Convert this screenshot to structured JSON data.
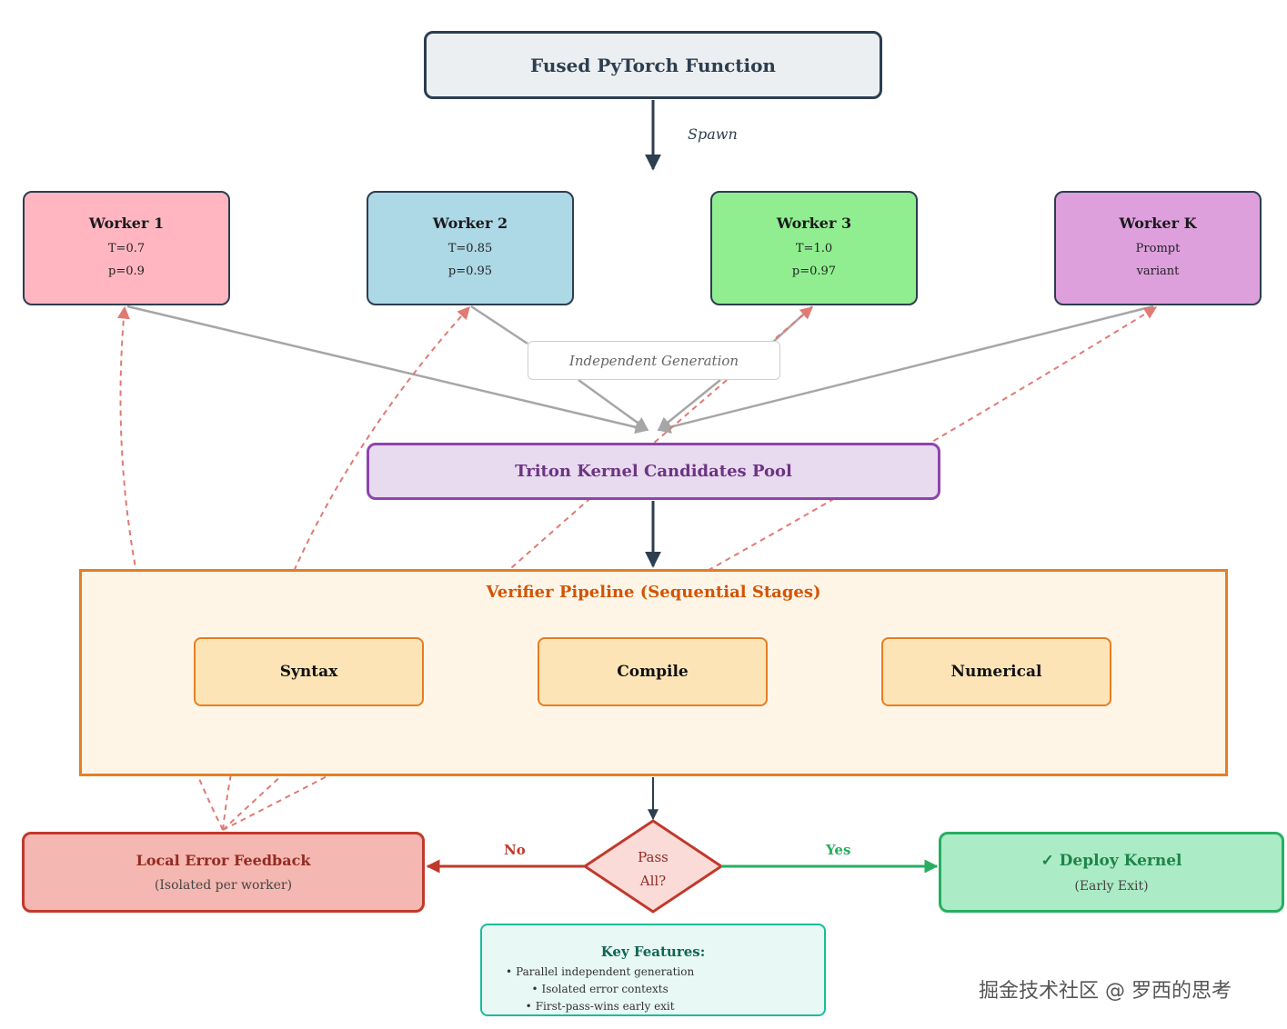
{
  "source": {
    "title": "Fused PyTorch Function"
  },
  "edges": {
    "spawn_label": "Spawn",
    "no_label": "No",
    "yes_label": "Yes"
  },
  "workers": [
    {
      "title": "Worker 1",
      "line1": "T=0.7",
      "line2": "p=0.9",
      "color": "#ffb6c1"
    },
    {
      "title": "Worker 2",
      "line1": "T=0.85",
      "line2": "p=0.95",
      "color": "#add8e6"
    },
    {
      "title": "Worker 3",
      "line1": "T=1.0",
      "line2": "p=0.97",
      "color": "#90ee90"
    },
    {
      "title": "Worker K",
      "line1": "Prompt",
      "line2": "variant",
      "color": "#dda0dd"
    }
  ],
  "independent_label": "Independent Generation",
  "pool": {
    "title": "Triton Kernel Candidates Pool"
  },
  "verifier": {
    "title": "Verifier Pipeline (Sequential Stages)",
    "stages": [
      "Syntax",
      "Compile",
      "Numerical"
    ]
  },
  "decision": {
    "line1": "Pass",
    "line2": "All?"
  },
  "error_feedback": {
    "title": "Local Error Feedback",
    "subtitle": "(Isolated per worker)"
  },
  "deploy": {
    "title": "✓ Deploy Kernel",
    "subtitle": "(Early Exit)"
  },
  "key_features": {
    "title": "Key Features:",
    "bullet": "•",
    "items": [
      "Parallel independent generation",
      "Isolated error contexts",
      "First-pass-wins early exit"
    ]
  },
  "watermark": "掘金技术社区 @ 罗西的思考",
  "colors": {
    "dark": "#2c3e50",
    "gray_arrow": "#a6a6a6",
    "feedback": "#e07a74",
    "stage_arrow": "#e67e22",
    "no": "#c0392b",
    "yes": "#27ae60"
  }
}
